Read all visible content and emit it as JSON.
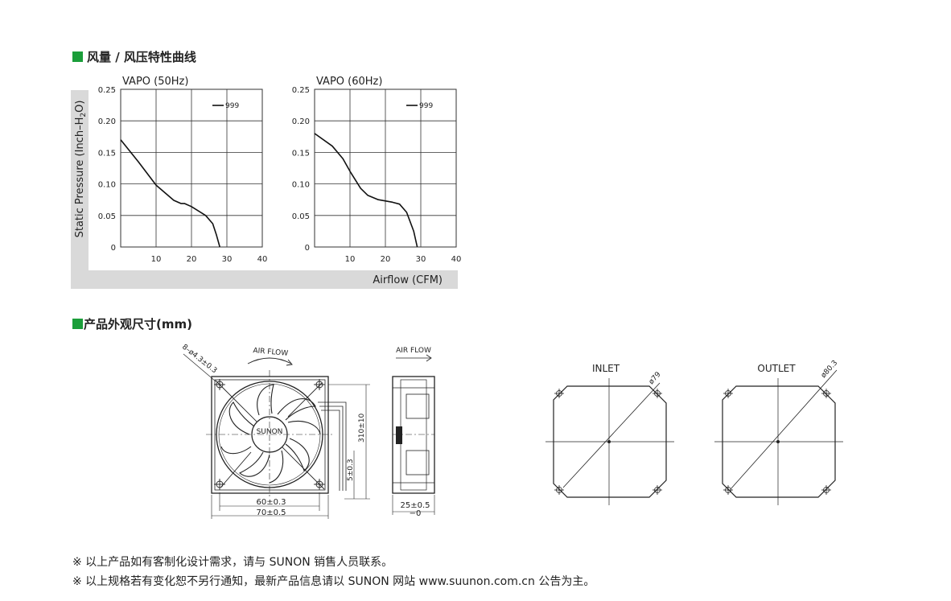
{
  "section1": {
    "title": "风量 / 风压特性曲线"
  },
  "section2": {
    "title": "产品外观尺寸(mm)"
  },
  "axes": {
    "ylabel": "Static Pressure (Inch–H",
    "ylabel_sub": "2",
    "ylabel_end": "O)",
    "xlabel": "Airflow (CFM)"
  },
  "chart_data": [
    {
      "type": "line",
      "title": "VAPO (50Hz)",
      "xlim": [
        0,
        40
      ],
      "ylim": [
        0,
        0.25
      ],
      "xticks": [
        "10",
        "20",
        "30",
        "40"
      ],
      "yticks": [
        "0.25",
        "0.20",
        "0.15",
        "0.10",
        "0.05",
        "0"
      ],
      "grid": true,
      "legend_position": "top-right",
      "series": [
        {
          "name": "999",
          "x": [
            0,
            5,
            10,
            15,
            17,
            18,
            20,
            24,
            26,
            27,
            28
          ],
          "y": [
            0.17,
            0.135,
            0.098,
            0.074,
            0.069,
            0.069,
            0.064,
            0.05,
            0.037,
            0.02,
            0.0
          ]
        }
      ]
    },
    {
      "type": "line",
      "title": "VAPO (60Hz)",
      "xlim": [
        0,
        40
      ],
      "ylim": [
        0,
        0.25
      ],
      "xticks": [
        "10",
        "20",
        "30",
        "40"
      ],
      "yticks": [
        "0.25",
        "0.20",
        "0.15",
        "0.10",
        "0.05",
        "0"
      ],
      "grid": true,
      "legend_position": "top-right",
      "series": [
        {
          "name": "999",
          "x": [
            0,
            5,
            8,
            10,
            13,
            15,
            18,
            22,
            24,
            26,
            28,
            29
          ],
          "y": [
            0.18,
            0.16,
            0.14,
            0.12,
            0.093,
            0.082,
            0.075,
            0.071,
            0.068,
            0.055,
            0.025,
            0.0
          ]
        }
      ]
    }
  ],
  "drawings": {
    "front": {
      "hole_label": "8–ø4.3±0.3",
      "airflow_label": "AIR FLOW",
      "brand": "SUNON",
      "dim_inner": "60±0.3",
      "dim_outer": "70±0.5",
      "dim_lead": "310±10",
      "dim_strip": "5±0.3"
    },
    "side": {
      "airflow_label": "AIR FLOW",
      "dim_thickness": "25±0.5",
      "dim_tolerance": "−0"
    },
    "inlet": {
      "label": "INLET",
      "diameter": "ø79"
    },
    "outlet": {
      "label": "OUTLET",
      "diameter": "ø80.3"
    }
  },
  "notes": [
    "※ 以上产品如有客制化设计需求，请与 SUNON 销售人员联系。",
    "※ 以上规格若有变化恕不另行通知，最新产品信息请以 SUNON 网站 www.suunon.com.cn 公告为主。"
  ]
}
